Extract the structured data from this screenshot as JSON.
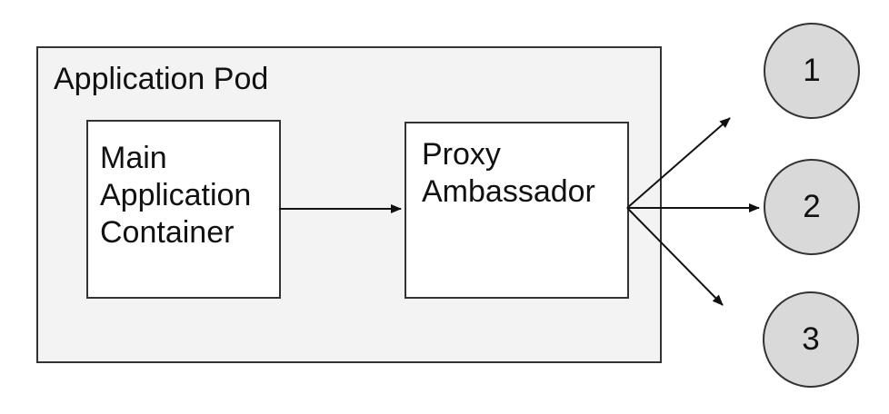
{
  "diagram": {
    "pod": {
      "label": "Application Pod",
      "nodes": [
        {
          "id": "main-application-container",
          "label": "Main Application Container"
        },
        {
          "id": "proxy-ambassador",
          "label": "Proxy Ambassador"
        }
      ]
    },
    "endpoints": [
      {
        "label": "1"
      },
      {
        "label": "2"
      },
      {
        "label": "3"
      }
    ],
    "connections": [
      {
        "from": "main-application-container",
        "to": "proxy-ambassador"
      },
      {
        "from": "proxy-ambassador",
        "to": "endpoint-1"
      },
      {
        "from": "proxy-ambassador",
        "to": "endpoint-2"
      },
      {
        "from": "proxy-ambassador",
        "to": "endpoint-3"
      }
    ],
    "colors": {
      "pod_fill": "#f3f3f3",
      "node_fill": "#ffffff",
      "circle_fill": "#d9d9d9",
      "border": "#333333",
      "text": "#111111"
    }
  }
}
